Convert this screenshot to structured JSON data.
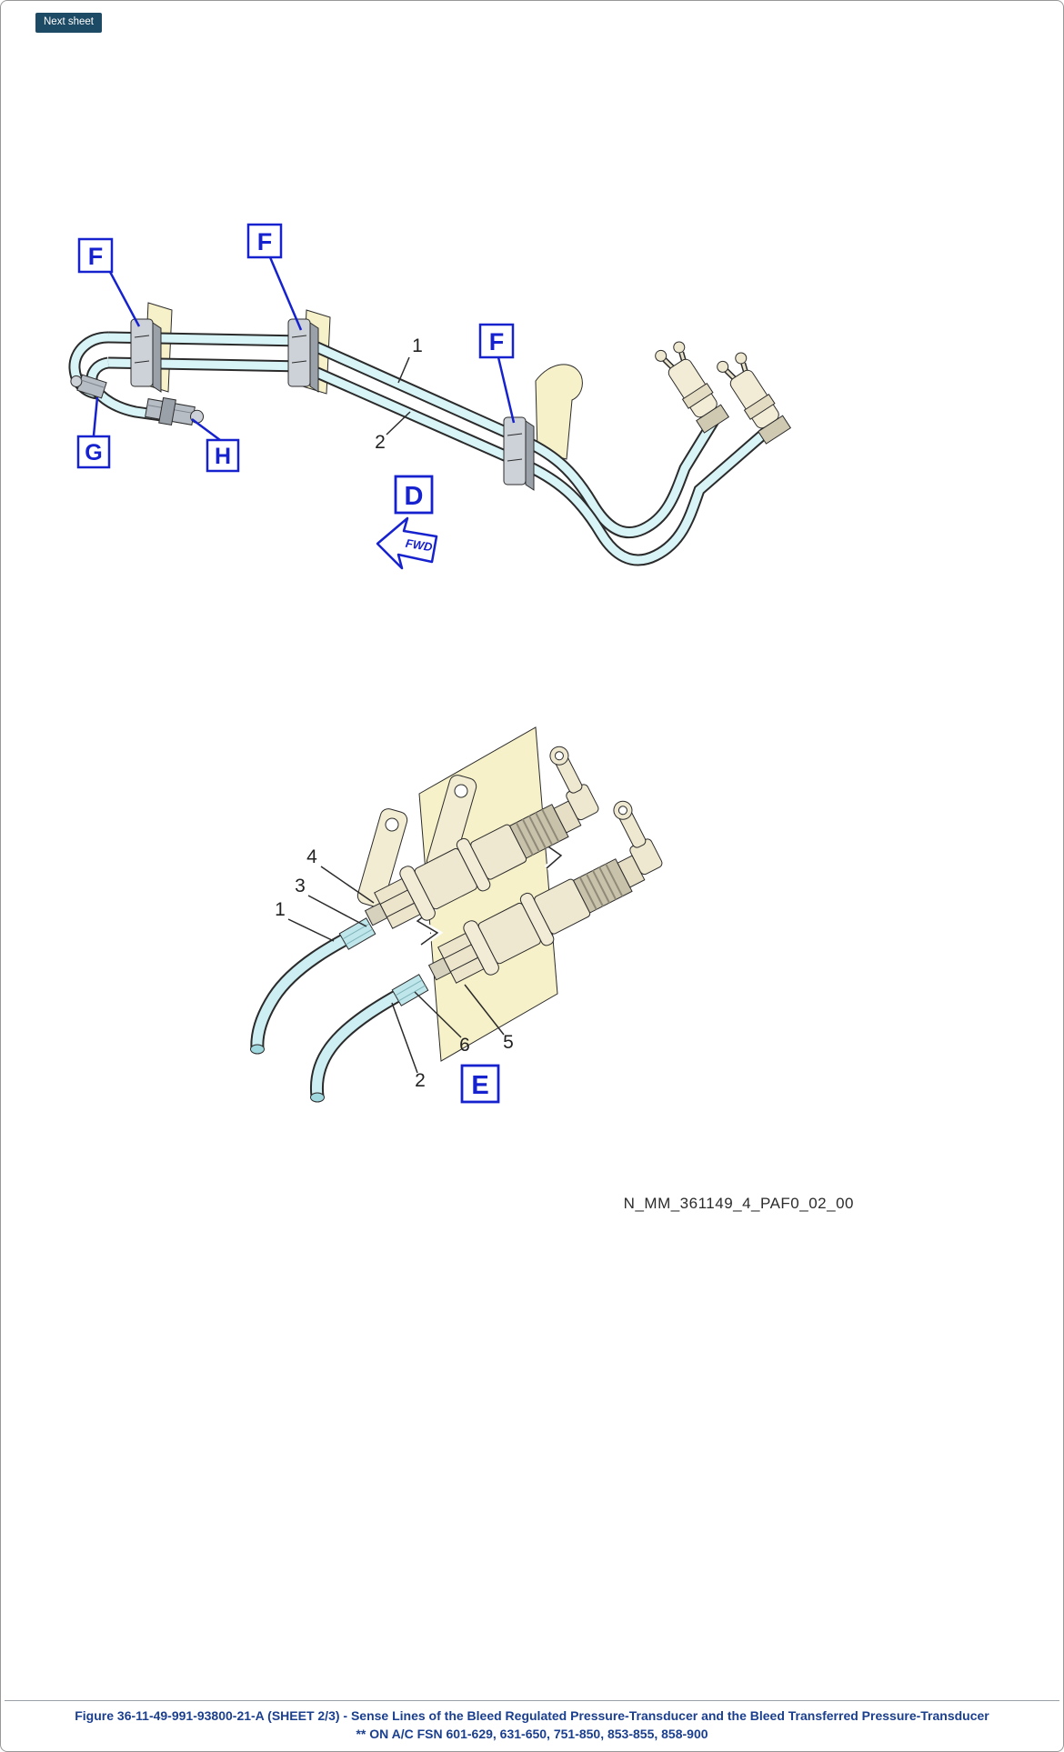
{
  "toolbar": {
    "next_sheet_label": "Next sheet"
  },
  "figure": {
    "callouts": {
      "f_top_left": "F",
      "f_top_mid": "F",
      "f_mid": "F",
      "g": "G",
      "h": "H",
      "d": "D",
      "e": "E"
    },
    "fwd_arrow_label": "FWD",
    "item_numbers": {
      "top_1": "1",
      "top_2": "2",
      "bot_1": "1",
      "bot_2": "2",
      "bot_3": "3",
      "bot_4": "4",
      "bot_5": "5",
      "bot_6": "6"
    },
    "drawing_reference": "N_MM_361149_4_PAF0_02_00"
  },
  "caption": {
    "title": "Figure 36-11-49-991-93800-21-A (SHEET 2/3) - Sense Lines of the Bleed Regulated Pressure-Transducer and the Bleed Transferred Pressure-Transducer",
    "effectivity": "** ON A/C FSN 601-629, 631-650, 751-850, 853-855, 858-900"
  },
  "colors": {
    "callout_blue": "#1722cf",
    "tube_fill": "#d8f4f7",
    "panel_fill": "#f6f1c8",
    "caption_blue": "#1b3f8f",
    "button_bg": "#1d4a64"
  }
}
